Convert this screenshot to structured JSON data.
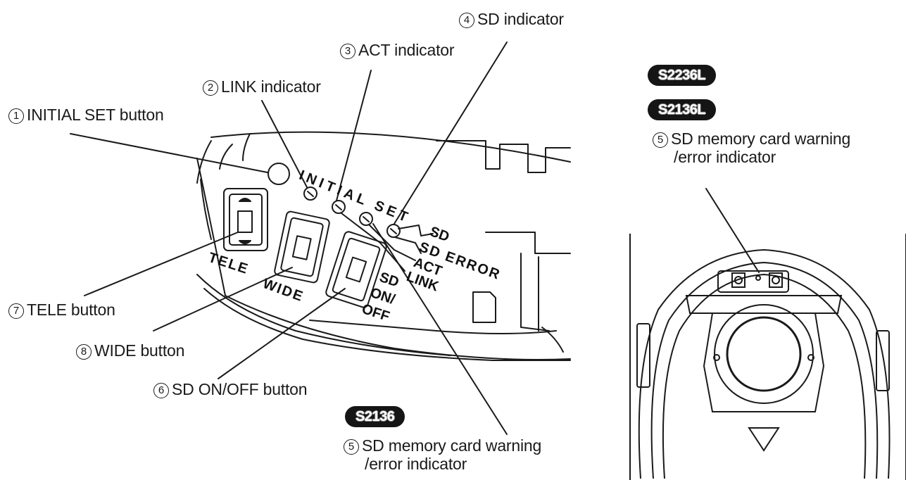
{
  "callouts": {
    "c1": {
      "num": "1",
      "text": "INITIAL SET button"
    },
    "c2": {
      "num": "2",
      "text": "LINK indicator"
    },
    "c3": {
      "num": "3",
      "text": "ACT indicator"
    },
    "c4": {
      "num": "4",
      "text": "SD indicator"
    },
    "c5a": {
      "num": "5",
      "line1": "SD memory card warning",
      "line2": "/error indicator"
    },
    "c5b": {
      "num": "5",
      "line1": "SD memory card warning",
      "line2": "/error indicator"
    },
    "c6": {
      "num": "6",
      "text": "SD ON/OFF button"
    },
    "c7": {
      "num": "7",
      "text": "TELE button"
    },
    "c8": {
      "num": "8",
      "text": "WIDE button"
    }
  },
  "badges": {
    "b1": "S2236L",
    "b2": "S2136L",
    "b3": "S2136"
  },
  "panel_labels": {
    "initial_set": "INITIAL SET",
    "sd": "SD",
    "sd_error": "SD ERROR",
    "act": "ACT",
    "link": "LINK",
    "tele": "TELE",
    "wide": "WIDE",
    "sd_on_off_1": "SD",
    "sd_on_off_2": "ON/",
    "sd_on_off_3": "OFF"
  }
}
